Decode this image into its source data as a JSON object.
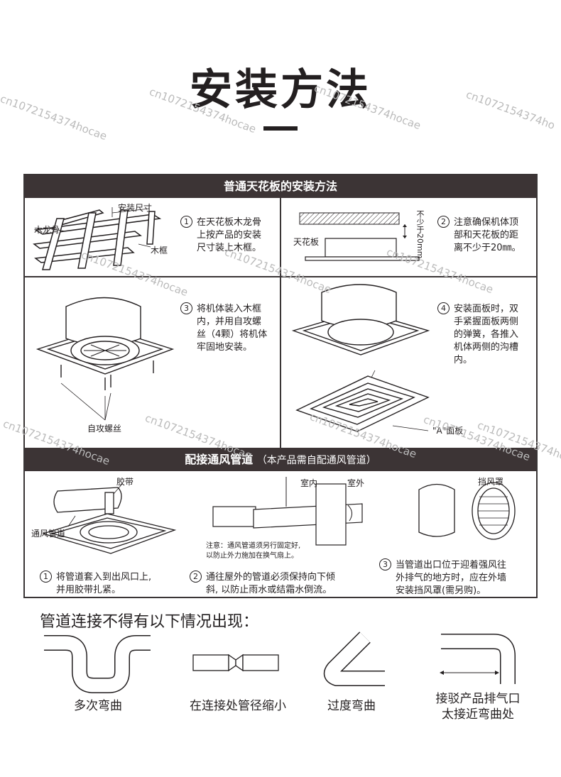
{
  "page": {
    "title": "安装方法",
    "watermarks": [
      "cn1072154374hocae",
      "cn1072154374hocae",
      "cn1072154374hocae",
      "cn1072154374ho",
      "cn1072154374hocae",
      "cn1072154374hocae",
      "cn1072154374hocae",
      "cn1072154374hocae",
      "cn1072154374hocae",
      "cn1072154374hocae",
      "cn1072154374hocae",
      "cn1072154374ho"
    ]
  },
  "section1": {
    "heading": "普通天花板的安装方法",
    "step1": {
      "num": "①",
      "lines": [
        "在天花板木龙骨",
        "上按产品的安装",
        "尺寸装上木框。"
      ],
      "labels": {
        "size": "安装尺寸",
        "keel": "木龙骨",
        "frame": "木框"
      }
    },
    "step2": {
      "num": "②",
      "lines": [
        "注意确保机体顶",
        "部和天花板的距",
        "离不少于20㎜。"
      ],
      "labels": {
        "ceiling": "天花板",
        "distance": "不少于20mm"
      }
    },
    "step3": {
      "num": "③",
      "lines": [
        "将机体装入木框",
        "内，并用自攻螺",
        "丝（4颗）将机体",
        "牢固地安装。"
      ],
      "labels": {
        "screw": "自攻螺丝"
      }
    },
    "step4": {
      "num": "④",
      "lines": [
        "安装面板时，双",
        "手紧握面板两侧",
        "的弹簧，各推入",
        "机体两侧的沟槽",
        "内。"
      ],
      "labels": {
        "panel": "\"A\"面板"
      }
    }
  },
  "section2": {
    "heading": "配接通风管道",
    "heading_note": "（本产品需自配通风管道）",
    "step1": {
      "num": "①",
      "lines": [
        "将管道套入到出风口上,",
        "并用胶带扎紧。"
      ],
      "labels": {
        "tape": "胶带",
        "duct": "通风管道"
      }
    },
    "step2": {
      "num": "②",
      "lines": [
        "通往屋外的管道必须保持向下倾",
        "斜, 以防止雨水或结霜水倒流。"
      ],
      "labels": {
        "indoor": "室内",
        "outdoor": "室外"
      },
      "note_lines": [
        "注意：通风管道须另行固定好,",
        "以防止外力施加在换气扇上。"
      ]
    },
    "step3": {
      "num": "③",
      "lines": [
        "当管道出口位于迎着强风往",
        "外排气的地方时，应在外墙",
        "安装挡风罩(需另购)。"
      ],
      "labels": {
        "hood": "挡风罩"
      }
    }
  },
  "conditions": {
    "title": "管道连接不得有以下情况出现：",
    "items": [
      {
        "caption": [
          "多次弯曲"
        ]
      },
      {
        "caption": [
          "在连接处管径缩小"
        ]
      },
      {
        "caption": [
          "过度弯曲"
        ]
      },
      {
        "caption": [
          "接驳产品排气口",
          "太接近弯曲处"
        ]
      }
    ]
  }
}
